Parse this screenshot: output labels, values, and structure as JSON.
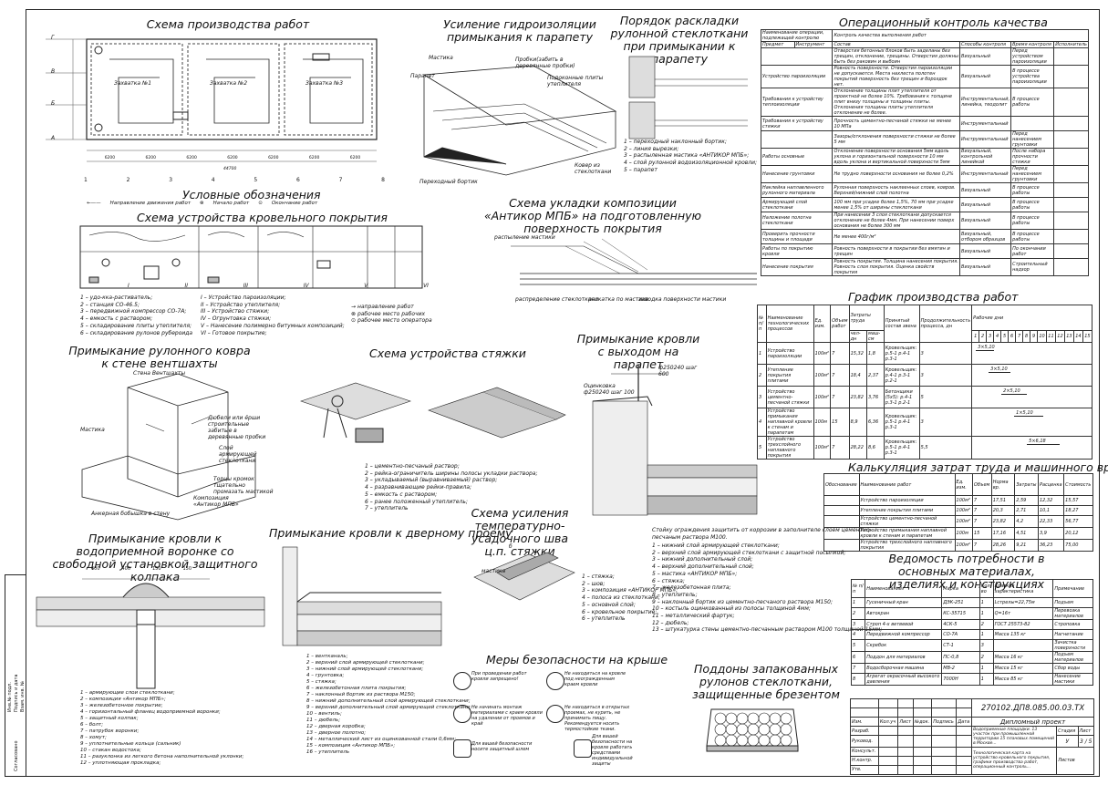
{
  "side_stamp": {
    "cells": [
      "Инв.№ подл.",
      "Подпись и дата",
      "Взам. инв. №",
      "Согласовано"
    ]
  },
  "titles": {
    "scheme": "Схема производства работ",
    "legend": "Условные обозначения",
    "roof_scheme": "Схема устройства кровельного покрытия",
    "vent": "Примыкание рулонного ковра к стене вентшахты",
    "screed": "Схема устройства стяжки",
    "parapet_exit": "Примыкание кровли с выходом на парапет",
    "funnel": "Примыкание кровли к водоприемной воронке со свободной установкой защитного колпака",
    "door": "Примыкание кровли к дверному проему",
    "joint": "Схема усиления температурно-усадочного шва ц.п. стяжки",
    "safety": "Меры безопасности на крыше",
    "pallets": "Поддоны запакованных рулонов стеклоткани, защищенные брезентом",
    "waterproof": "Усиление гидроизоляции примыкания к парапету",
    "laying_order": "Порядок раскладки рулонной стеклоткани при примыкании к парапету",
    "composition": "Схема укладки композиции «Антикор МПБ» на подготовленную поверхность покрытия",
    "quality": "Операционный контроль качества",
    "schedule": "График производства работ",
    "labor": "Калькуляция затрат труда и машинного времени",
    "materials": "Ведомость потребности в основных материалах, изделиях и конструкциях"
  },
  "scheme": {
    "sections": [
      "Захватка №1",
      "Захватка №2",
      "Захватка №3"
    ],
    "axes_rows": [
      "Г",
      "В",
      "Б",
      "А"
    ],
    "axes_cols": [
      "1",
      "2",
      "3",
      "4",
      "5",
      "6",
      "7",
      "8"
    ],
    "dims": [
      "6200",
      "6200",
      "6200",
      "6200",
      "6200",
      "6200",
      "6200"
    ],
    "total": "44700"
  },
  "legend": {
    "direction": "Направление движения работ",
    "start": "Начало работ",
    "end": "Окончание работ"
  },
  "roof_scheme": {
    "zones": [
      "I",
      "II",
      "III",
      "IV",
      "V",
      "VI"
    ],
    "notes_left": [
      "1 – удо-кка-растиватель;",
      "2 – станция СО-46.5;",
      "3 – передвижной компрессор СО-7А;",
      "4 – емкость с раствором;",
      "5 – складирование плиты утеплителя;",
      "6 – складирование рулонов рубероида"
    ],
    "notes_mid": [
      "I – Устройство пароизоляции;",
      "II – Устройство утеплителя;",
      "III – Устройство стяжки;",
      "IV – Огрунтовка стяжки;",
      "V – Нанесение полимерно битумных композиций;",
      "VI – Готовое покрытие;"
    ],
    "notes_right": [
      "направление работ",
      "рабочее место рабочих",
      "рабочее место оператора"
    ]
  },
  "vent": {
    "labels": [
      "Стена Вентшахты",
      "Дюбели или ёрши строительные забитые в деревянные пробки",
      "Мастика",
      "Слой армирующей стеклоткани",
      "Торцы кромок тщательно промазать мастикой",
      "Композиция «Антикор МПБ»",
      "Анкерная бобышка в стену"
    ]
  },
  "screed": {
    "notes": [
      "1 – цементно-песчаный раствор;",
      "2 – рейка-ограничитель ширины полосы укладки раствора;",
      "3 – укладываемый (выравниваемый) раствор;",
      "4 – разравнивающие рейки-правила;",
      "5 – емкость с раствором;",
      "6 – ранее положенный утеплитель;",
      "7 – утеплитель"
    ]
  },
  "parapet": {
    "labels": [
      "Оцинковка ф250240 шаг 100",
      "ф250240 шаг 600",
      "Стойку ограждения защитить от коррозии в заполнителе слоем цементно-песчаным раствора М100."
    ],
    "notes": [
      "1 – нижний слой армирующей стеклоткани;",
      "2 – верхний слой армирующей стеклоткани с защитной посыпкой;",
      "3 – нижний дополнительный слой;",
      "4 – верхний дополнительный слой;",
      "5 – мастика «АНТИКОР МПБ»;",
      "6 – стяжка;",
      "7 – железобетонная плита;",
      "8 – утеплитель;",
      "9 – наклонный бортик из цементно-песчаного раствора М150;",
      "10 – костыль оцинкованный из полосы толщиной 4мм;",
      "11 – металлический фартук;",
      "12 – дюбель;",
      "13 – штукатурка стены цементно-песчанным раствором М100 толщиной 15мм;"
    ]
  },
  "funnel": {
    "dims": [
      "600",
      "400",
      "150",
      "150"
    ],
    "notes": [
      "1 – армирующие слои стеклоткани;",
      "2 – композиция «Антикор МПБ»;",
      "3 – железобетонное покрытие;",
      "4 – горизонтальный фланец водоприемной воронки;",
      "5 – защитный колпак;",
      "6 – болт;",
      "7 – патрубок воронки;",
      "8 – хомут;",
      "9 – уплотнительные кольца (сальник)",
      "10 – стакан водостока;",
      "11 – разуклонка из легкого бетона наполнительной уклонки;",
      "12 – уплотняющая прокладка;"
    ]
  },
  "door": {
    "notes": [
      "1 – вентканаль;",
      "2 – верхний слой армирующей стеклоткани;",
      "3 – нижний слой армирующей стеклоткани;",
      "4 – грунтовка;",
      "5 – стяжка;",
      "6 – железобетонная плита покрытия;",
      "7 – наклонный бортик из раствора М150;",
      "8 – нижний дополнительный слой армирующей стеклоткани;",
      "9 – верхний дополнительный слой армирующей стеклоткани;",
      "10 – вентиль;",
      "11 – дюбель;",
      "12 – дверная коробка;",
      "13 – дверное полотно;",
      "14 – металлический лист из оцинкованной стали 0,6мм;",
      "15 – композиция «Антикор МПБ»;",
      "16 – утеплитель"
    ]
  },
  "joint": {
    "labels": [
      "мастика",
      "б"
    ],
    "notes": [
      "1 – стяжка;",
      "2 – шов;",
      "3 – композиция «АНТИКОР МПБ»;",
      "4 – полоса из стеклоткани;",
      "5 – основной слой;",
      "6 – кровельное покрытие;",
      "6 – утеплитель"
    ]
  },
  "safety": {
    "items": [
      "При проведении работ кровли запрещено!",
      "Не находиться на кровле под неогражденным краем кровли",
      "Не начинать монтаж материалами с краем кровли на удалении от проемов и край",
      "Не находиться в открытых проемах, не курить, не принимать пищу. Рекомендуется носить термостойкие ткани.",
      "Для вашей безопасности носите защитный шлем",
      "Для вашей безопасности на кровле работать средствами индивидуальной защиты"
    ]
  },
  "waterproof": {
    "labels": [
      "Мастика",
      "Парапет",
      "Пробки(забить в деревянные пробки)",
      "Подоконные плиты утеплителя",
      "Переходный бортик",
      "Ковер из стеклоткани"
    ],
    "notes": [
      "1 – переходный наклонный бортик;",
      "2 – линия вырезки;",
      "3 – распыленная мастика «АНТИКОР МПБ»;",
      "4 – слой рулонной водоизоляционной кровли;",
      "5 – парапет"
    ]
  },
  "composition": {
    "labels": [
      "распыление мастики",
      "распределение стеклоткани",
      "раскатка по мастике",
      "заводка поверхности мастики"
    ]
  },
  "quality": {
    "head": [
      "Наименование операции, подлежащей контролю",
      "Контроль качества выполнения работ",
      "Предмет",
      "Инструмент",
      "Состав",
      "Способы контроля",
      "Время контроля",
      "Исполнитель"
    ],
    "rows": [
      [
        "",
        "Отверстия бетонных блоков быть заделаны без трещин, отклонение, трещины. Отверстия должны быть без раковин и выбоин",
        "Визуальный",
        "Перед устройством пароизоляции"
      ],
      [
        "Устройство пароизоляции",
        "Ровность поверхности. Отверстия пароизоляции не допускаются. Места нахлеста полотен покрытий поверхность без трещин и бороздок нет.",
        "Визуальный",
        "В процессе устройства пароизоляции"
      ],
      [
        "Требования к устройству теплоизоляции",
        "Отклонение толщины плит утеплителя от проектной не более 10%. Требования к толщине плит внизу толщины и толщины плиты. Отклонения толщины плиты утеплителя отклонение не более.",
        "Инструментальный, линейка, теодолит",
        "В процессе работы"
      ],
      [
        "Требования к устройству стяжки",
        "Прочность цементно-песчаной стяжки не менее 10 МПа",
        "Инструментальный",
        ""
      ],
      [
        "",
        "Зазоры/отклонения поверхности стяжки не более 5 мм",
        "Инструментальный",
        "Перед нанесением грунтовки"
      ],
      [
        "Работы основные",
        "Отклонение поверхности основания 5мм вдоль уклона и горизонтальной поверхности 10 мм вдоль уклона и вертикальной поверхности 5мм",
        "Визуальный, контрольной линейкой",
        "После набора прочности стяжки"
      ],
      [
        "Нанесение грунтовки",
        "Не трудно поверхности основания не более 0,2%",
        "Инструментальный",
        "Перед нанесением грунтовки"
      ],
      [
        "Наклейка наплавленного рулонного материала",
        "Рулонная поверхность наклеенных слоев, ковров. Верхний/нижний слой полотна",
        "Визуальный",
        "В процессе работы"
      ],
      [
        "Армирующий слой стеклоткани",
        "100 мм при усадке более 1,5%, 70 мм при усадке менее 1,5% от ширины стеклоткани",
        "Визуальный",
        "В процессе работы"
      ],
      [
        "Наложение полотна стеклоткани",
        "При нанесении 3 слоя стеклоткани допускается отклонение не более 4мм. При нанесении поверх основания не более 300 мм",
        "Визуальный",
        "В процессе работы"
      ],
      [
        "Проверить прочности толщины и площади",
        "Не менее 400г/м²",
        "Визуальный, отбором образцов",
        "В процессе работы"
      ],
      [
        "Работы по покрытию кровли",
        "Ровность поверхности в покрытии без вмятин и трещин",
        "Визуальный",
        "По окончании работ"
      ],
      [
        "Нанесение покрытия",
        "Ровность покрытия. Толщина нанесения покрытия. Ровность слоя покрытия. Оценка свойств покрытия",
        "Визуальный",
        "Строительный надзор"
      ]
    ]
  },
  "schedule": {
    "head": [
      "№ п/п",
      "Наименование технологических процессов",
      "Ед. изм.",
      "Объем работ",
      "Затраты труда",
      "чел-дн",
      "маш-см",
      "Принятый состав звена",
      "Продолжительность процесса, дн",
      "Рабочие дни"
    ],
    "days": [
      "1",
      "2",
      "3",
      "4",
      "5",
      "6",
      "7",
      "8",
      "9",
      "10",
      "11",
      "12",
      "13",
      "14",
      "15"
    ],
    "rows": [
      [
        "1",
        "Устройство пароизоляции",
        "100м²",
        "7",
        "15,32",
        "1,8",
        "Кровельщик: р.5-1 р.4-1 р.3-1",
        "3",
        "3×5,10"
      ],
      [
        "2",
        "Утепление покрытия плитами",
        "100м²",
        "7",
        "18,4",
        "2,37",
        "Кровельщик: р.4-1 р.3-1 р.2-1",
        "3",
        "3×5,10"
      ],
      [
        "3",
        "Устройство цементно-песчаной стяжки",
        "100м²",
        "7",
        "23,82",
        "3,76",
        "Бетонщики (5х5): р.4-1 р.3-1 р.2-1",
        "5",
        "2×5,10"
      ],
      [
        "4",
        "Устройство примыкания наплавной кровли к стенам и парапетам",
        "100м",
        "15",
        "8,9",
        "6,36",
        "Кровельщик: р.5-1 р.4-1 р.3-1",
        "3",
        "1×5,10"
      ],
      [
        "5",
        "Устройство трехслойного наплавного покрытия",
        "100м²",
        "7",
        "28,22",
        "8,6",
        "Кровельщик: р.5-1 р.4-1 р.3-1",
        "5,5",
        "5×6,18"
      ]
    ]
  },
  "labor": {
    "head": [
      "Обоснование",
      "Наименование работ",
      "Ед. изм.",
      "Объем",
      "Норма вр.",
      "Затраты",
      "Расценка",
      "Стоимость"
    ],
    "rows": [
      [
        "",
        "Устройство пароизоляции",
        "100м²",
        "7",
        "17,51",
        "2,59",
        "12,32",
        "15,57"
      ],
      [
        "",
        "Утепление покрытия плитами",
        "100м²",
        "7",
        "20,3",
        "2,71",
        "10,1",
        "18,27"
      ],
      [
        "",
        "Устройство цементно-песчаной стяжки",
        "100м²",
        "7",
        "23,82",
        "4,2",
        "22,33",
        "56,77"
      ],
      [
        "",
        "Устройство примыкания наплавной кровли к стенам и парапетам",
        "100м",
        "15",
        "17,16",
        "4,51",
        "3,9",
        "20,12"
      ],
      [
        "",
        "Устройство трехслойного наплавного покрытия",
        "100м²",
        "7",
        "28,26",
        "9,21",
        "36,23",
        "75,00"
      ]
    ]
  },
  "materials": {
    "head": [
      "№ п/п",
      "Наименование",
      "Марка",
      "Кол-во",
      "Краткая характеристика",
      "Примечание"
    ],
    "rows": [
      [
        "1",
        "Гусеничный кран",
        "ДЭК-251",
        "1",
        "Lстрелы=22,75м",
        "Подъем"
      ],
      [
        "2",
        "Автокран",
        "КС-35715",
        "1",
        "Q=16т",
        "Перевозка материалов"
      ],
      [
        "3",
        "Строп 4-х ветвевой",
        "4СК-5",
        "2",
        "ГОСТ 25573-82",
        "Строповка"
      ],
      [
        "4",
        "Передвижной компрессор",
        "СО-7А",
        "1",
        "Масса 135 кг",
        "Нагнетание"
      ],
      [
        "5",
        "Скребок",
        "СТ-1",
        "3",
        "",
        "Зачистка поверхности"
      ],
      [
        "6",
        "Поддон для материалов",
        "ПС-0,8",
        "2",
        "Масса 16 кг",
        "Подъем материалов"
      ],
      [
        "7",
        "Водосборочная машина",
        "МВ-2",
        "1",
        "Масса 15 кг",
        "Сбор воды"
      ],
      [
        "8",
        "Агрегат окрасочный высокого давления",
        "7000Н",
        "1",
        "Масса 85 кг",
        "Нанесение мастики"
      ]
    ]
  },
  "stamp": {
    "code": "270102.ДП8.085.00.03.ТХ",
    "project": "Дипломный проект",
    "desc": "Водоприемные площадки. 13 участок при промышленной территории 15 плановых помещений в Москве...",
    "sheet_desc": "Технологическая карта на устройство кровельного покрытия, графики производства работ, операционный контроль...",
    "stage": "У",
    "sheet": "3",
    "sheets": "5",
    "heads": [
      "Изм.",
      "Кол.уч",
      "Лист",
      "№док.",
      "Подпись",
      "Дата"
    ],
    "roles": [
      "Разраб.",
      "Руковод.",
      "Консульт.",
      "Н.контр.",
      "Утв."
    ],
    "cols": [
      "Стадия",
      "Лист",
      "Листов"
    ]
  }
}
